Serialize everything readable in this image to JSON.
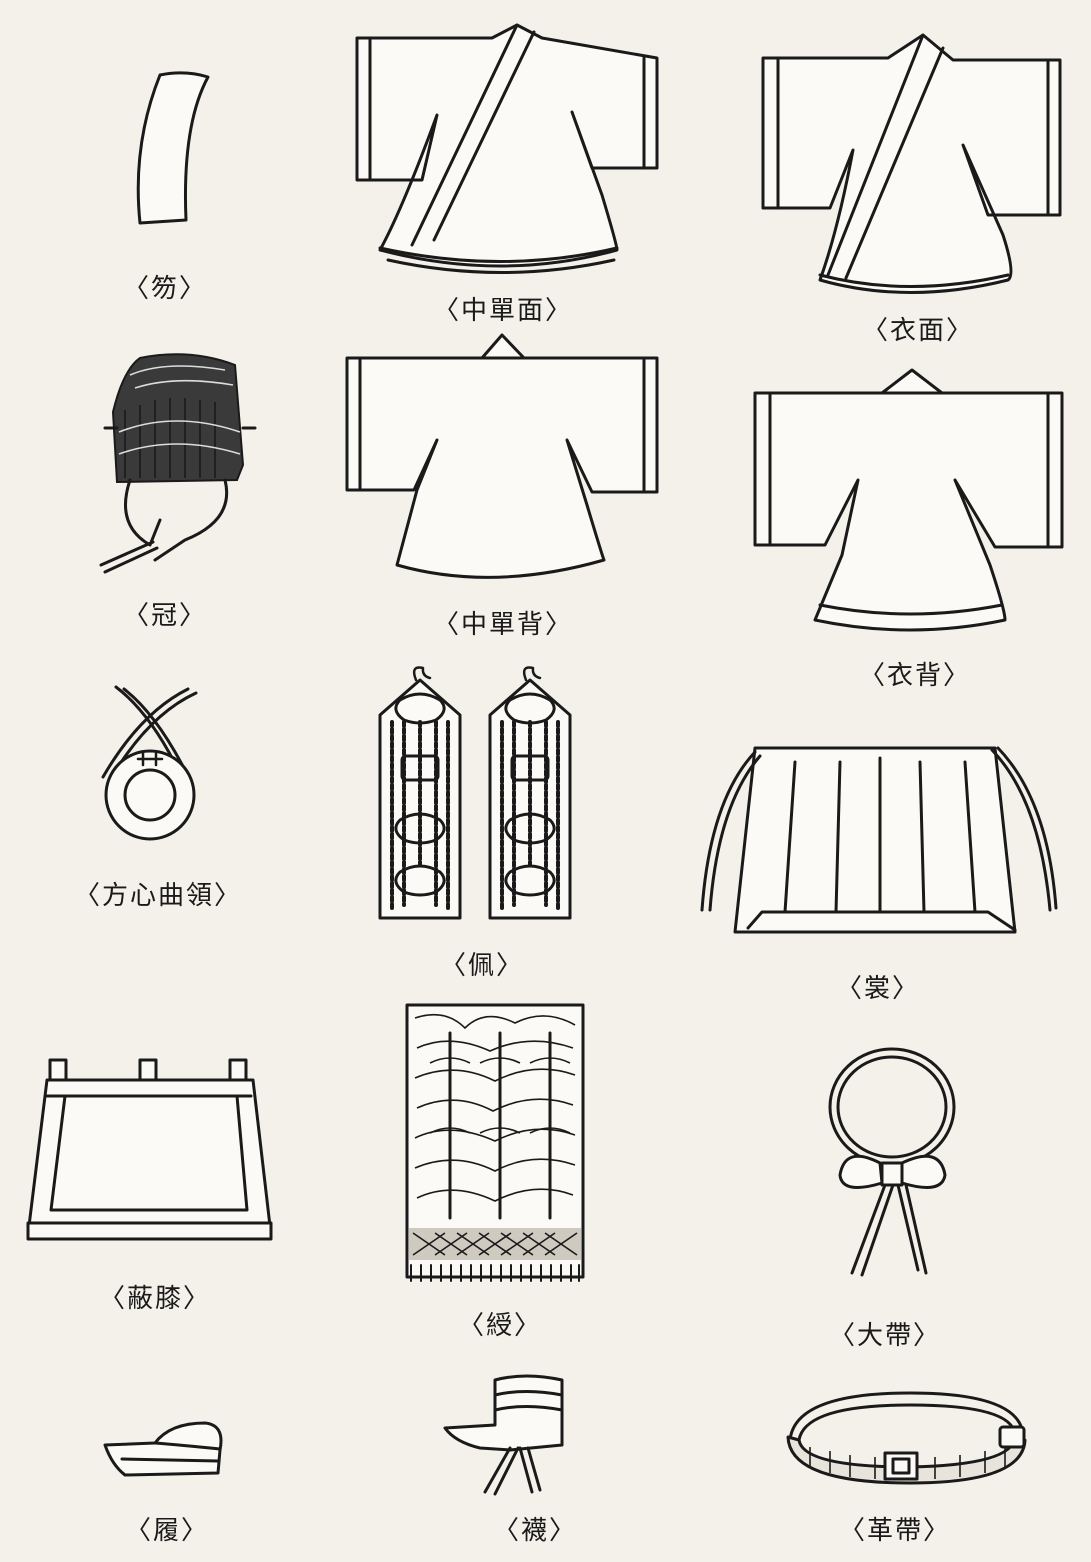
{
  "garments": [
    {
      "id": "hol",
      "label": "〈笏〉"
    },
    {
      "id": "jungdan-front",
      "label": "〈中單面〉"
    },
    {
      "id": "ui-front",
      "label": "〈衣面〉"
    },
    {
      "id": "gwan",
      "label": "〈冠〉"
    },
    {
      "id": "jungdan-back",
      "label": "〈中單背〉"
    },
    {
      "id": "ui-back",
      "label": "〈衣背〉"
    },
    {
      "id": "bangsim",
      "label": "〈方心曲領〉"
    },
    {
      "id": "pae",
      "label": "〈佩〉"
    },
    {
      "id": "sang",
      "label": "〈裳〉"
    },
    {
      "id": "pyeseul",
      "label": "〈蔽膝〉"
    },
    {
      "id": "su",
      "label": "〈綬〉"
    },
    {
      "id": "daedae",
      "label": "〈大帶〉"
    },
    {
      "id": "seok",
      "label": "〈履〉"
    },
    {
      "id": "mal",
      "label": "〈襪〉"
    },
    {
      "id": "hyeokdae",
      "label": "〈革帶〉"
    }
  ]
}
